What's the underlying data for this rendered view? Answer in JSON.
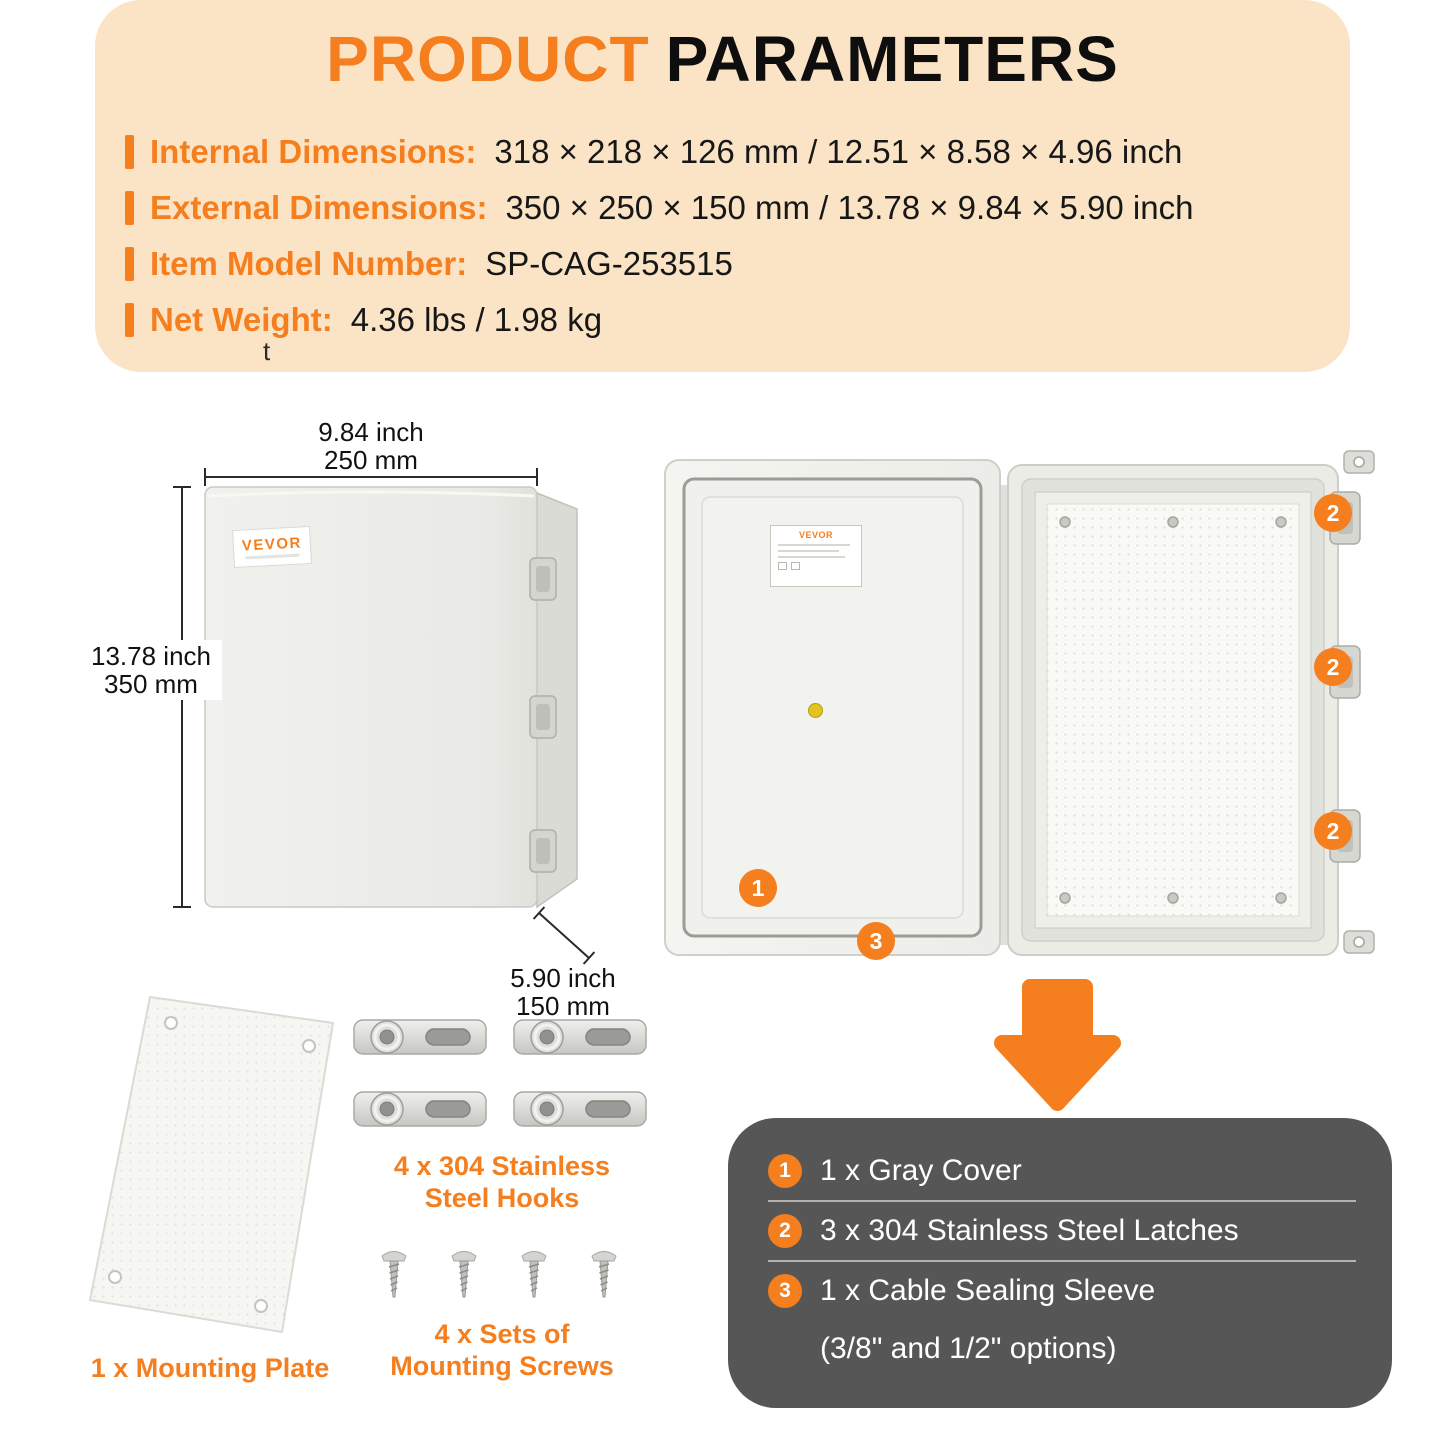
{
  "colors": {
    "orange": "#F57E1E",
    "cream": "#FBE4C6",
    "dark_panel": "#575656"
  },
  "brand": "VEVOR",
  "header": {
    "title_orange": "PRODUCT",
    "title_dark": "PARAMETERS",
    "params": [
      {
        "label": "Internal Dimensions:",
        "value": "318 × 218 × 126 mm / 12.51 × 8.58 × 4.96 inch"
      },
      {
        "label": "External Dimensions:",
        "value": "350 × 250 × 150 mm / 13.78 × 9.84 × 5.90 inch"
      },
      {
        "label": "Item Model Number:",
        "value": "SP-CAG-253515"
      },
      {
        "label": "Net Weight:",
        "value": "4.36 lbs / 1.98 kg"
      }
    ],
    "stray_char": "t"
  },
  "closed_box": {
    "width_inch": "9.84 inch",
    "width_mm": "250 mm",
    "height_inch": "13.78 inch",
    "height_mm": "350 mm",
    "depth_inch": "5.90 inch",
    "depth_mm": "150 mm"
  },
  "callouts": {
    "cover": "1",
    "latch": "2",
    "sleeve": "3"
  },
  "accessories": {
    "plate_label": "1 x Mounting Plate",
    "hooks_label_1": "4 x 304 Stainless",
    "hooks_label_2": "Steel Hooks",
    "screws_label_1": "4 x Sets of",
    "screws_label_2": "Mounting Screws"
  },
  "legend": {
    "items": [
      {
        "num": "1",
        "text": "1 x Gray Cover"
      },
      {
        "num": "2",
        "text": "3 x 304 Stainless Steel Latches"
      },
      {
        "num": "3",
        "text": "1 x Cable Sealing Sleeve"
      }
    ],
    "note": "(3/8\" and 1/2\" options)"
  }
}
